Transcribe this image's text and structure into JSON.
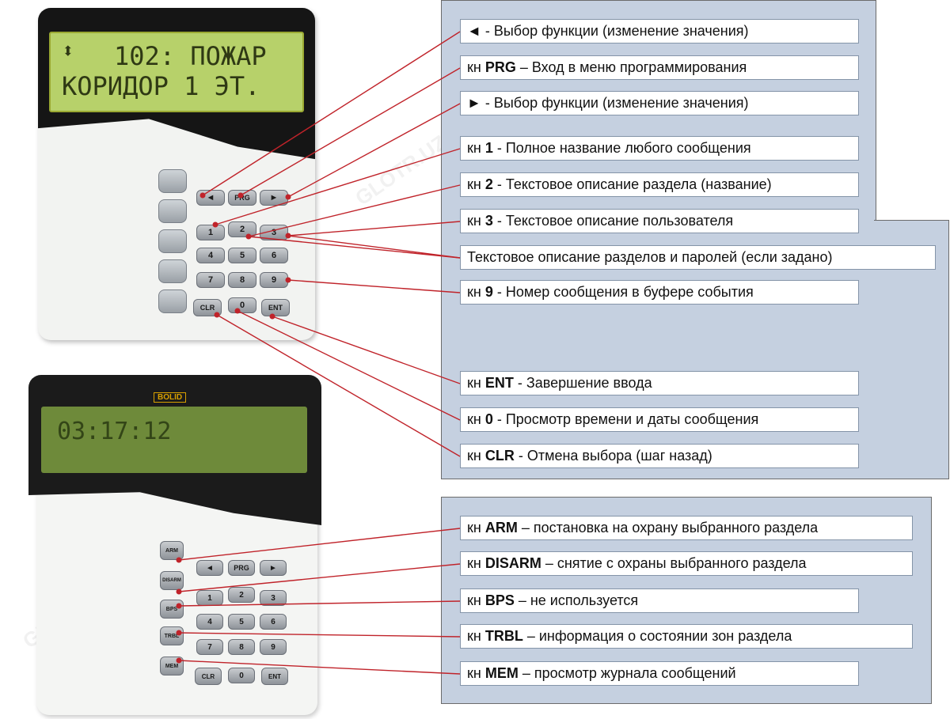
{
  "keypad_top": {
    "lcd_line1": "102: ПОЖАР",
    "lcd_line2": "КОРИДОР 1 ЭТ.",
    "keys": {
      "left": "◄",
      "prg": "PRG",
      "right": "►",
      "k1": "1",
      "k2": "2",
      "k3": "3",
      "k4": "4",
      "k5": "5",
      "k6": "6",
      "k7": "7",
      "k8": "8",
      "k9": "9",
      "clr": "CLR",
      "k0": "0",
      "ent": "ENT"
    }
  },
  "keypad_bottom": {
    "brand": "BOLID",
    "lcd_time": "03:17:12",
    "side_keys": [
      "ARM",
      "DISARM",
      "BPS",
      "TRBL",
      "MEM"
    ],
    "keys": {
      "left": "◄",
      "prg": "PRG",
      "right": "►",
      "k1": "1",
      "k2": "2",
      "k3": "3",
      "k4": "4",
      "k5": "5",
      "k6": "6",
      "k7": "7",
      "k8": "8",
      "k9": "9",
      "clr": "CLR",
      "k0": "0",
      "ent": "ENT"
    }
  },
  "labels_top": [
    {
      "key": "◄",
      "prefix": "",
      "text": " - Выбор функции (изменение значения)"
    },
    {
      "key": "PRG",
      "prefix": "кн ",
      "text": " – Вход в меню программирования"
    },
    {
      "key": "►",
      "prefix": "",
      "text": " - Выбор функции (изменение значения)"
    },
    {
      "key": "1",
      "prefix": "кн ",
      "text": " - Полное название любого сообщения"
    },
    {
      "key": "2",
      "prefix": "кн ",
      "text": " - Текстовое описание раздела (название)"
    },
    {
      "key": "3",
      "prefix": "кн ",
      "text": " - Текстовое описание пользователя"
    },
    {
      "key": "",
      "prefix": "",
      "text": "Текстовое описание разделов и паролей (если задано)"
    },
    {
      "key": "9",
      "prefix": "кн ",
      "text": " - Номер сообщения в буфере события"
    },
    {
      "key": "ENT",
      "prefix": "кн ",
      "text": " - Завершение ввода"
    },
    {
      "key": "0",
      "prefix": "кн ",
      "text": " - Просмотр времени и даты сообщения"
    },
    {
      "key": "CLR",
      "prefix": "кн ",
      "text": " - Отмена выбора (шаг назад)"
    }
  ],
  "labels_bottom": [
    {
      "key": "ARM",
      "prefix": "кн ",
      "text": " – постановка на охрану выбранного раздела"
    },
    {
      "key": "DISARM",
      "prefix": "кн ",
      "text": " – снятие с охраны выбранного раздела"
    },
    {
      "key": "BPS",
      "prefix": "кн ",
      "text": " – не используется"
    },
    {
      "key": "TRBL",
      "prefix": "кн ",
      "text": " – информация о состоянии зон раздела"
    },
    {
      "key": "MEM",
      "prefix": "кн ",
      "text": " – просмотр журнала сообщений"
    }
  ],
  "watermark": "GLOTR.UZ",
  "colors": {
    "panel": "#c5d0e0",
    "connector": "#c0232a",
    "lcd_top": "#b7d16a",
    "lcd_bottom": "#6e8a3a"
  }
}
